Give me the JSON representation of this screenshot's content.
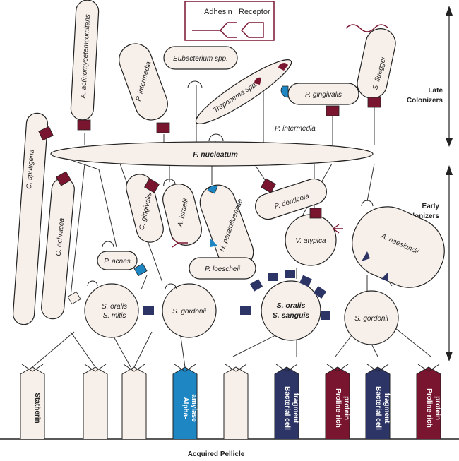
{
  "legend": {
    "adhesin": "Adhesin",
    "receptor": "Receptor"
  },
  "zones": {
    "late": [
      "Late",
      "Colonizers"
    ],
    "early": [
      "Early",
      "Colonizers"
    ]
  },
  "pellicle": "Acquired Pellicle",
  "colors": {
    "maroon": "#7a1530",
    "navy": "#2d3566",
    "blue": "#1f86c4",
    "cream": "#f7efe9"
  },
  "organisms": {
    "fnucleatum": "F. nucleatum",
    "aactino": "A. actinomycetemcomitans",
    "pintermedia_cell": "P. intermedia",
    "eubacterium": "Eubacterium spp.",
    "treponema": "Treponema spp.",
    "pgingivalis": "P. gingivalis",
    "sflueggei": "S. flueggei",
    "pintermedia_free": "P. intermedia",
    "csputigena": "C. sputigena",
    "cochracea": "C. ochracea",
    "cgingivalis": "C. gingivalis",
    "aisraelii": "A. israelii",
    "hpara": "H. parainfluenzae",
    "pdenticola": "P. denticola",
    "vatypica": "V. atypica",
    "anaeslundii": "A. naeslundii",
    "pacnes": "P. acnes",
    "ploescheii": "P. loescheii",
    "soralis_smitis": [
      "S. oralis",
      "S. mitis"
    ],
    "sgordonii1": "S. gordonii",
    "soralis_ssanguis": [
      "S. oralis",
      "S. sanguis"
    ],
    "sgordonii2": "S. gordonii"
  },
  "pellicle_receptors": [
    {
      "lines": [
        "Statherin"
      ],
      "color": "cream"
    },
    {
      "lines": [],
      "color": "cream"
    },
    {
      "lines": [],
      "color": "cream"
    },
    {
      "lines": [
        "Alpha-",
        "amylase"
      ],
      "color": "blue"
    },
    {
      "lines": [],
      "color": "cream"
    },
    {
      "lines": [
        "Bacterial cell",
        "fragment"
      ],
      "color": "navy"
    },
    {
      "lines": [
        "Proline-rich",
        "protein"
      ],
      "color": "maroon"
    },
    {
      "lines": [
        "Bacterial cell",
        "fragment"
      ],
      "color": "navy"
    },
    {
      "lines": [
        "Proline-rich",
        "protein"
      ],
      "color": "maroon"
    }
  ]
}
